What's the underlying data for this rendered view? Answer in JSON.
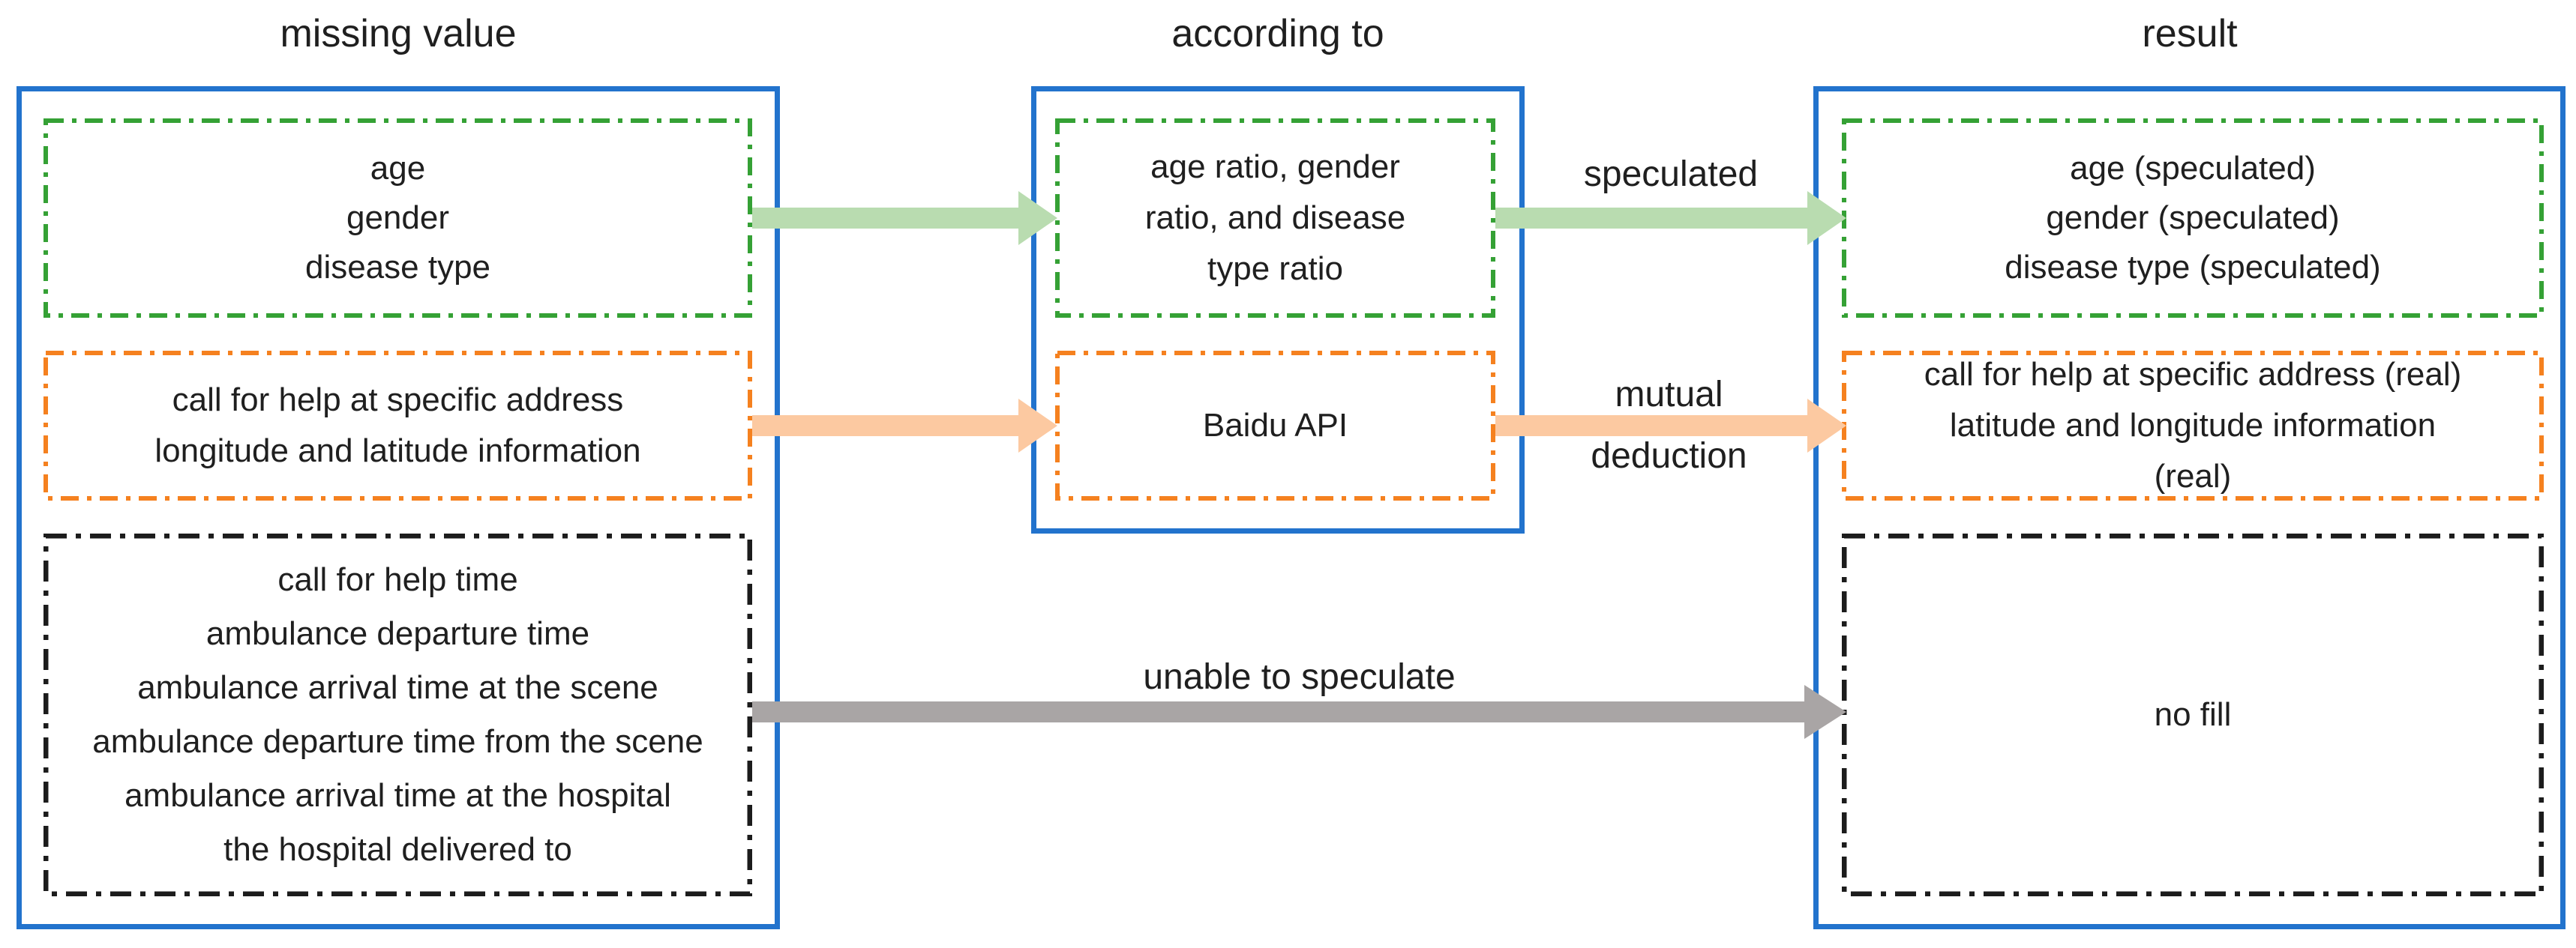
{
  "colors": {
    "frame": "#2273cd",
    "green": "#35a135",
    "orange": "#f5811f",
    "dash_dark": "#1c1c1c",
    "arrow_green": "#b9dcb0",
    "arrow_orange": "#fcc9a1",
    "arrow_gray": "#a9a5a5",
    "text": "#1f1f1f"
  },
  "headers": {
    "missing_value": "missing value",
    "according_to": "according to",
    "result": "result"
  },
  "missing_value": {
    "demographics": [
      "age",
      "gender",
      "disease type"
    ],
    "location": [
      "call for help at specific address",
      "longitude and latitude information"
    ],
    "times": [
      "call for help time",
      "ambulance departure time",
      "ambulance arrival time at the scene",
      "ambulance departure time from the scene",
      "ambulance arrival time at the hospital",
      "the hospital delivered to"
    ]
  },
  "according_to": {
    "ratios": [
      "age ratio, gender",
      "ratio, and disease",
      "type ratio"
    ],
    "api": [
      "Baidu API"
    ]
  },
  "result": {
    "demographics": [
      "age (speculated)",
      "gender (speculated)",
      "disease type (speculated)"
    ],
    "location": [
      "call for help at specific address (real)",
      "latitude and longitude information",
      "(real)"
    ],
    "times": [
      "no fill"
    ]
  },
  "arrow_labels": {
    "speculated": "speculated",
    "mutual": "mutual",
    "deduction": "deduction",
    "unable": "unable to speculate"
  }
}
